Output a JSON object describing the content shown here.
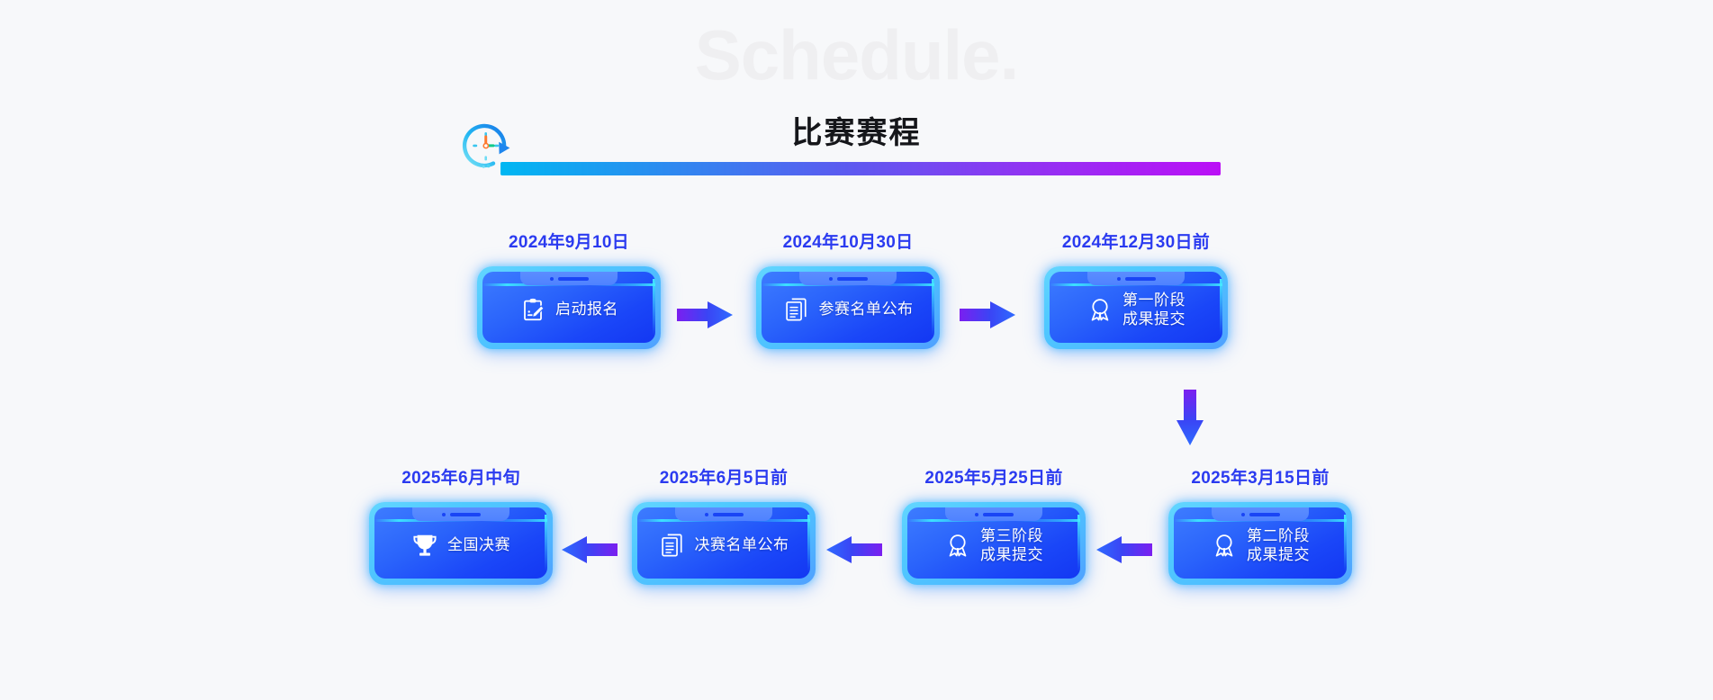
{
  "header": {
    "watermark": "Schedule.",
    "title": "比赛赛程",
    "clock_icon": "clock-arrow-icon",
    "rule_gradient_from": "#00b7f2",
    "rule_gradient_to": "#bb10f6"
  },
  "theme": {
    "background": "#f7f8fa",
    "date_color": "#2b3bf0",
    "card_shell": "#4fc9ff",
    "card_face_from": "#3d7cff",
    "card_face_to": "#1337f2",
    "card_label_color": "#ffffff",
    "arrow_from": "#7b1ff0",
    "arrow_to": "#2f6bff"
  },
  "timeline": {
    "rows": [
      {
        "name": "row-1",
        "nodes": [
          {
            "date": "2024年9月10日",
            "label": "启动报名",
            "icon": "clipboard-pen-icon"
          },
          {
            "date": "2024年10月30日",
            "label": "参赛名单公布",
            "icon": "document-list-icon"
          },
          {
            "date": "2024年12月30日前",
            "label": "第一阶段\n成果提交",
            "icon": "award-ribbon-icon"
          }
        ]
      },
      {
        "name": "row-2",
        "nodes": [
          {
            "date": "2025年6月中旬",
            "label": "全国决赛",
            "icon": "trophy-icon"
          },
          {
            "date": "2025年6月5日前",
            "label": "决赛名单公布",
            "icon": "document-list-icon"
          },
          {
            "date": "2025年5月25日前",
            "label": "第三阶段\n成果提交",
            "icon": "award-ribbon-icon"
          },
          {
            "date": "2025年3月15日前",
            "label": "第二阶段\n成果提交",
            "icon": "award-ribbon-icon"
          }
        ]
      }
    ],
    "connectors": [
      {
        "name": "arrow-right-1",
        "direction": "right"
      },
      {
        "name": "arrow-right-2",
        "direction": "right"
      },
      {
        "name": "arrow-down-1",
        "direction": "down"
      },
      {
        "name": "arrow-left-1",
        "direction": "left"
      },
      {
        "name": "arrow-left-2",
        "direction": "left"
      },
      {
        "name": "arrow-left-3",
        "direction": "left"
      }
    ]
  }
}
